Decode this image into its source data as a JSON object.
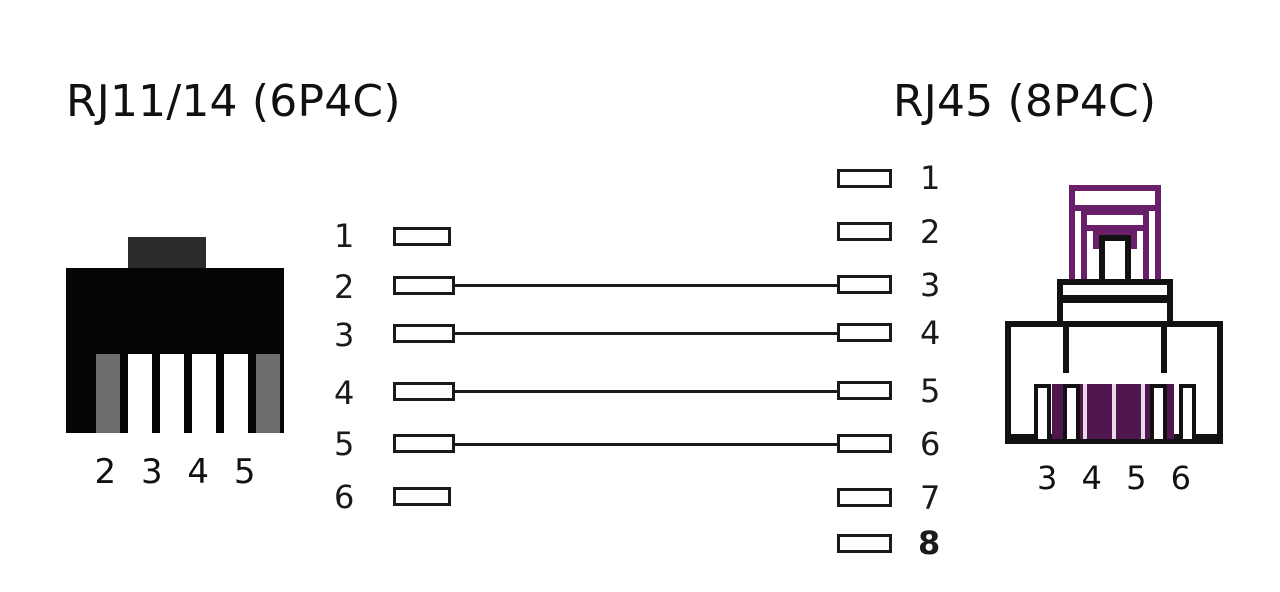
{
  "diagram": {
    "kind": "rj11-to-rj45-pinout-wiring-diagram",
    "background_color": "#ffffff"
  },
  "left": {
    "title": "RJ11/14 (6P4C)",
    "caption": "2 3 4 5",
    "connector": {
      "name": "rj11-6p4c-connector",
      "body_color": "#050505",
      "tab_color": "#2b2b2b",
      "slots": [
        {
          "pin": "1",
          "color": "#6d6d6d",
          "state": "unused"
        },
        {
          "pin": "2",
          "color": "#ffffff",
          "state": "used"
        },
        {
          "pin": "3",
          "color": "#ffffff",
          "state": "used"
        },
        {
          "pin": "4",
          "color": "#ffffff",
          "state": "used"
        },
        {
          "pin": "5",
          "color": "#ffffff",
          "state": "used"
        },
        {
          "pin": "6",
          "color": "#6d6d6d",
          "state": "unused"
        }
      ]
    },
    "pins": [
      {
        "number": "1",
        "connected": false
      },
      {
        "number": "2",
        "connected": true
      },
      {
        "number": "3",
        "connected": true
      },
      {
        "number": "4",
        "connected": true
      },
      {
        "number": "5",
        "connected": true
      },
      {
        "number": "6",
        "connected": false
      }
    ]
  },
  "right": {
    "title": "RJ45 (8P4C)",
    "caption": "3 4 5 6",
    "connector": {
      "name": "rj45-8p4c-connector",
      "outline_color": "#111111",
      "accent_color": "#50174f",
      "clip_color": "#6a1f6a",
      "slots": [
        {
          "pin": "1",
          "state": "unused"
        },
        {
          "pin": "2",
          "state": "unused"
        },
        {
          "pin": "3",
          "state": "used"
        },
        {
          "pin": "4",
          "state": "used"
        },
        {
          "pin": "5",
          "state": "used"
        },
        {
          "pin": "6",
          "state": "used"
        },
        {
          "pin": "7",
          "state": "unused"
        },
        {
          "pin": "8",
          "state": "unused"
        }
      ]
    },
    "pins": [
      {
        "number": "1",
        "connected": false
      },
      {
        "number": "2",
        "connected": false
      },
      {
        "number": "3",
        "connected": true
      },
      {
        "number": "4",
        "connected": true
      },
      {
        "number": "5",
        "connected": true
      },
      {
        "number": "6",
        "connected": true
      },
      {
        "number": "7",
        "connected": false
      },
      {
        "number": "8",
        "connected": false
      }
    ]
  },
  "wires": [
    {
      "from": "2",
      "to": "3"
    },
    {
      "from": "3",
      "to": "4"
    },
    {
      "from": "4",
      "to": "5"
    },
    {
      "from": "5",
      "to": "6"
    }
  ],
  "colors": {
    "line": "#1a1a1a",
    "purple": "#50174f",
    "clip_purple": "#6a1f6a",
    "gray_slot": "#6d6d6d",
    "black_body": "#050505"
  }
}
